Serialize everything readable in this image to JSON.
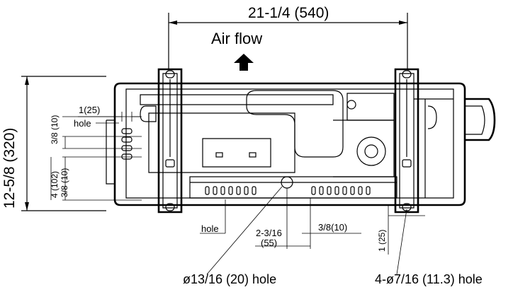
{
  "labels": {
    "overall_width": "21-1/4 (540)",
    "air_flow": "Air flow",
    "overall_height": "12-5/8 (320)",
    "left_hole_spacing": "1(25)",
    "left_hole_label": "hole",
    "left_upper_offset": "3/8 (10)",
    "left_lower_offset": "3/8 (10)",
    "left_hole_height": "4 (102)",
    "bottom_hole_label": "hole",
    "center_offset_top": "2-3/16",
    "center_offset_bottom": "(55)",
    "bottom_right_offset": "3/8(10)",
    "right_vertical_offset": "1 (25)",
    "drain_hole": "ø13/16 (20) hole",
    "mount_holes": "4-ø7/16 (11.3) hole"
  }
}
